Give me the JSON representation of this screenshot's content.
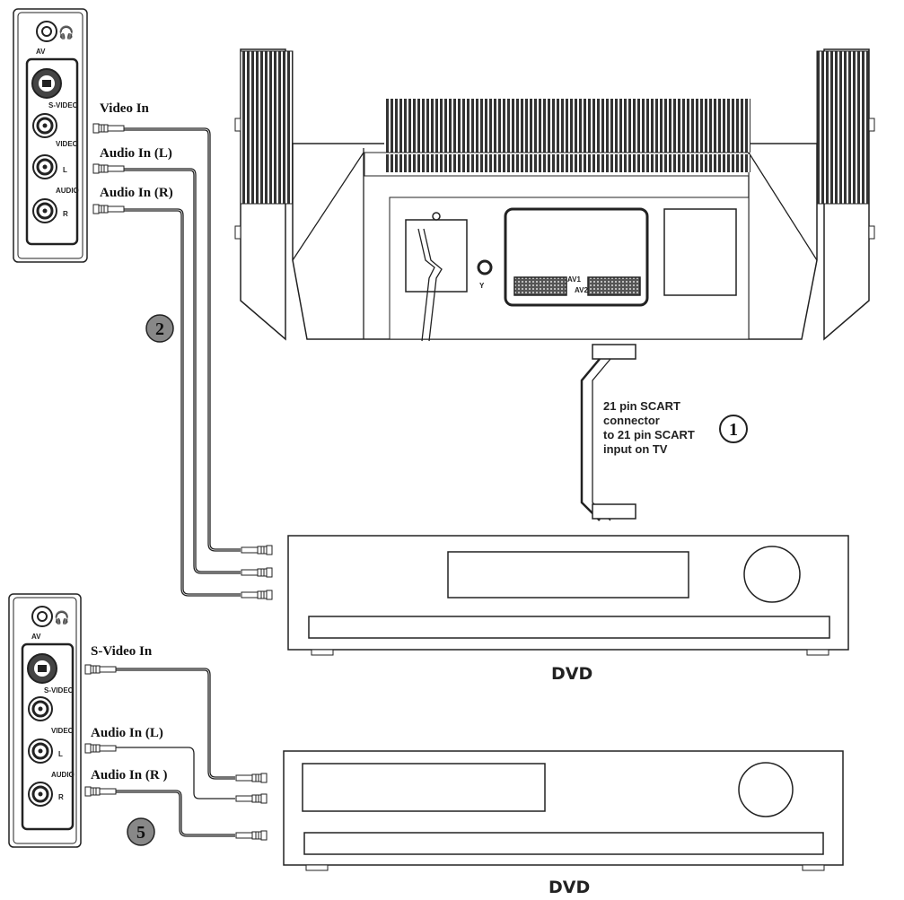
{
  "panel_top": {
    "av": "AV",
    "s_video": "S-VIDEO",
    "video": "VIDEO",
    "audio": "AUDIO",
    "l": "L",
    "r": "R"
  },
  "panel_bottom": {
    "av": "AV",
    "s_video": "S-VIDEO",
    "video": "VIDEO",
    "audio": "AUDIO",
    "l": "L",
    "r": "R"
  },
  "labels": {
    "video_in": "Video In",
    "audio_in_l_top": "Audio In (L)",
    "audio_in_r_top": "Audio In (R)",
    "s_video_in": "S-Video In",
    "audio_in_l_bottom": "Audio In (L)",
    "audio_in_r_bottom": "Audio In (R )"
  },
  "scart": {
    "line1": "21 pin SCART",
    "line2": "connector",
    "line3": "to 21 pin SCART",
    "line4": "input on TV"
  },
  "tv": {
    "av1": "AV1",
    "av2": "AV2"
  },
  "steps": {
    "one": "1",
    "two": "2",
    "five": "5"
  },
  "devices": {
    "dvd_top": "DVD",
    "dvd_bottom": "DVD"
  }
}
